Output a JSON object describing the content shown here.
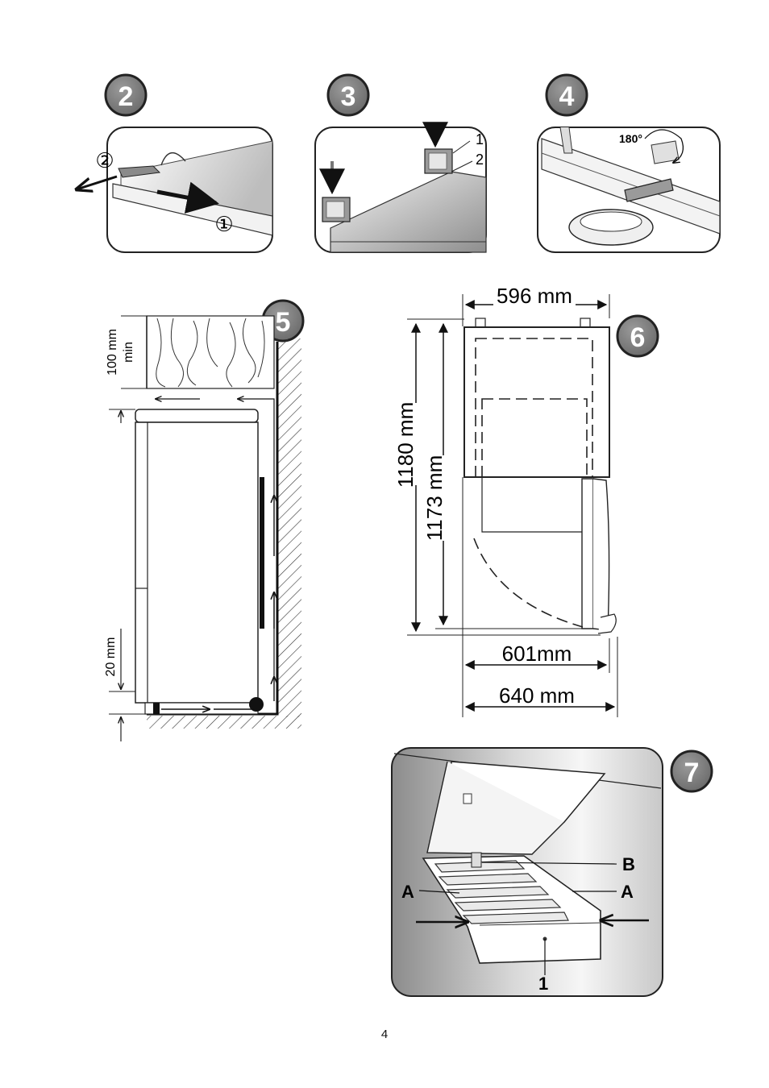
{
  "page_number": "4",
  "figures": [
    {
      "id": "2",
      "callouts": [
        "①",
        "②"
      ]
    },
    {
      "id": "3",
      "callouts": [
        "1",
        "2"
      ]
    },
    {
      "id": "4",
      "callouts": [
        "180°"
      ]
    },
    {
      "id": "5",
      "dimensions": [
        "100 mm min",
        "20 mm"
      ]
    },
    {
      "id": "6",
      "dimensions": [
        "596 mm",
        "1180 mm",
        "1173 mm",
        "601mm",
        "640 mm"
      ]
    },
    {
      "id": "7",
      "callouts": [
        "B",
        "A",
        "A",
        "1"
      ]
    }
  ],
  "fig2": {
    "badge": "2",
    "c1": "①",
    "c2": "②"
  },
  "fig3": {
    "badge": "3",
    "c1": "1",
    "c2": "2"
  },
  "fig4": {
    "badge": "4",
    "angle": "180°"
  },
  "fig5": {
    "badge": "5",
    "top_gap_l1": "100 mm",
    "top_gap_l2": "min",
    "bottom_gap": "20 mm"
  },
  "fig6": {
    "badge": "6",
    "width": "596 mm",
    "height_total": "1180 mm",
    "height_body": "1173 mm",
    "depth_door": "601mm",
    "depth_open": "640 mm"
  },
  "fig7": {
    "badge": "7",
    "label_b": "B",
    "label_a_left": "A",
    "label_a_right": "A",
    "label_1": "1"
  }
}
